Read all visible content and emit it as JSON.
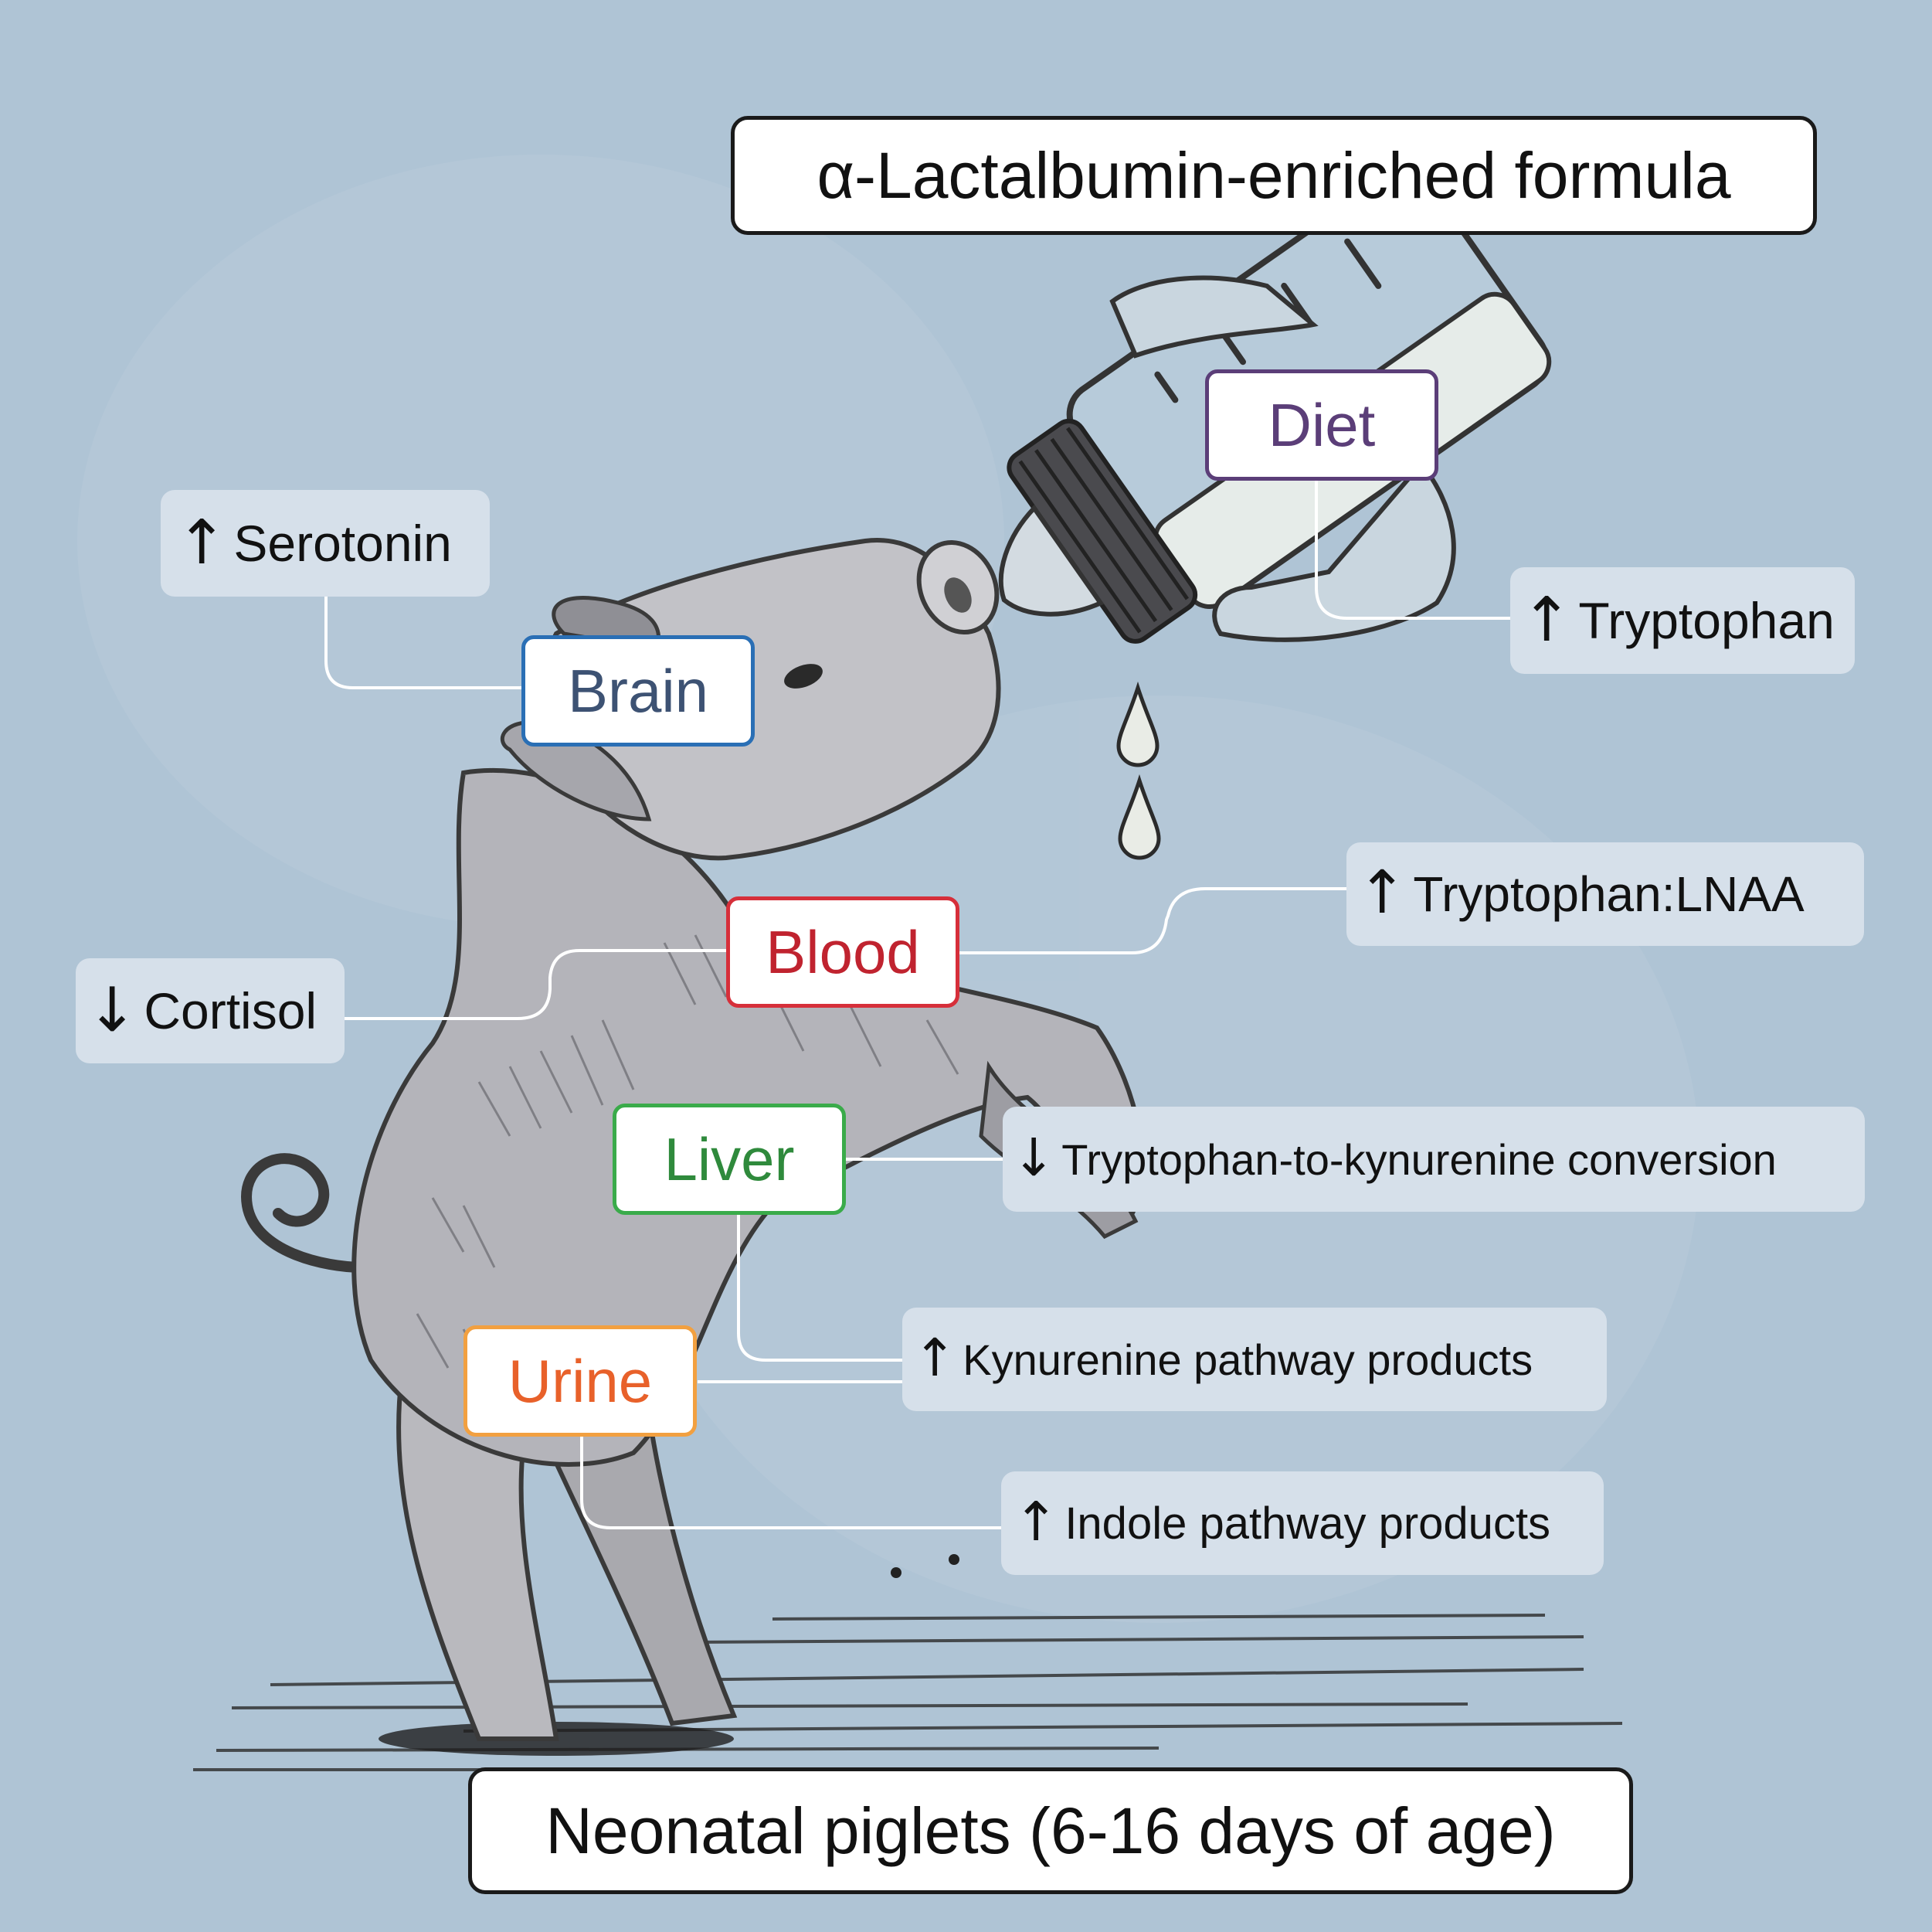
{
  "title": "α-Lactalbumin-enriched formula",
  "subject": "Neonatal piglets (6-16 days of age)",
  "organs": {
    "diet": {
      "label": "Diet",
      "color": "#5b3e78"
    },
    "brain": {
      "label": "Brain",
      "color": "#2a6fb5"
    },
    "blood": {
      "label": "Blood",
      "color": "#d62f3a"
    },
    "liver": {
      "label": "Liver",
      "color": "#3aab4a"
    },
    "urine": {
      "label": "Urine",
      "color": "#f2a040"
    }
  },
  "organ_text_colors": {
    "diet": "#5b3e78",
    "brain": "#3d5273",
    "blood": "#c0232f",
    "liver": "#2f8a3c",
    "urine": "#e8612a"
  },
  "effects": {
    "serotonin": {
      "arrow": "↑",
      "label": "Serotonin"
    },
    "tryptophan": {
      "arrow": "↑",
      "label": "Tryptophan"
    },
    "trp_lnaa": {
      "arrow": "↑",
      "label": "Tryptophan:LNAA"
    },
    "cortisol": {
      "arrow": "↓",
      "label": "Cortisol"
    },
    "trp_kyn": {
      "arrow": "↓",
      "label": "Tryptophan-to-kynurenine conversion"
    },
    "kynurenine": {
      "arrow": "↑",
      "label": "Kynurenine pathway products"
    },
    "indole": {
      "arrow": "↑",
      "label": "Indole pathway products"
    }
  }
}
